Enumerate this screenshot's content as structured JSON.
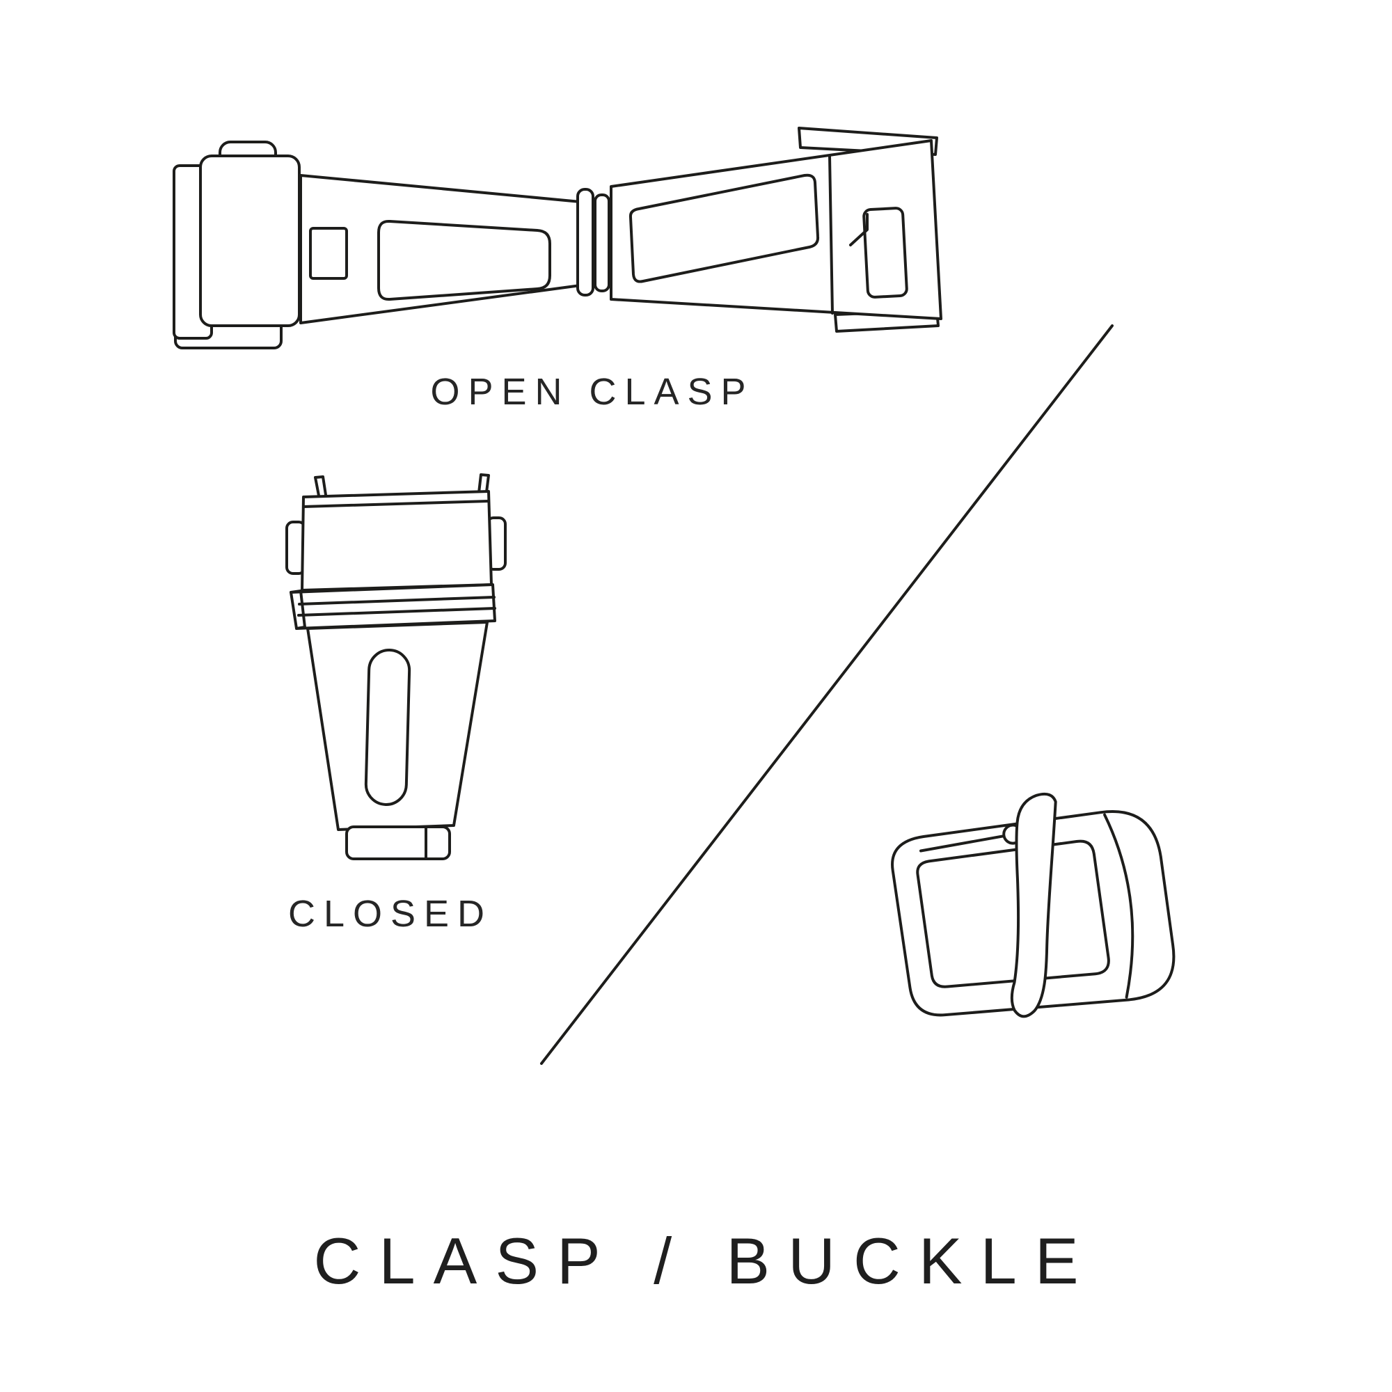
{
  "page": {
    "background": "#ffffff",
    "line_color": "#1d1d1b",
    "text_color": "#262626"
  },
  "captions": {
    "open_clasp": "OPEN CLASP",
    "closed": "CLOSED"
  },
  "title": "CLASP / BUCKLE",
  "illustrations": {
    "open_clasp": "open-deployant-clasp-line-drawing",
    "closed_clasp": "closed-clasp-line-drawing",
    "buckle": "tang-buckle-line-drawing",
    "divider": "diagonal-divider-line"
  }
}
